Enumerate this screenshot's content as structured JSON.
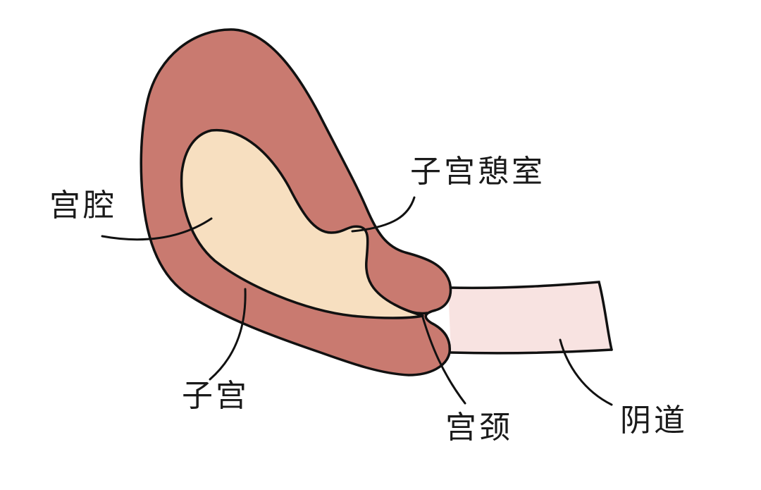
{
  "labels": {
    "uterine_cavity": "宫腔",
    "uterine_polyp": "子宫憩室",
    "uterus": "子宫",
    "cervix": "宫颈",
    "vagina": "阴道"
  },
  "colors": {
    "uterus_wall": "#c97a70",
    "cavity": "#f7dfc0",
    "vagina": "#f8e3e1",
    "outline": "#111111",
    "text": "#1a1a1a"
  }
}
